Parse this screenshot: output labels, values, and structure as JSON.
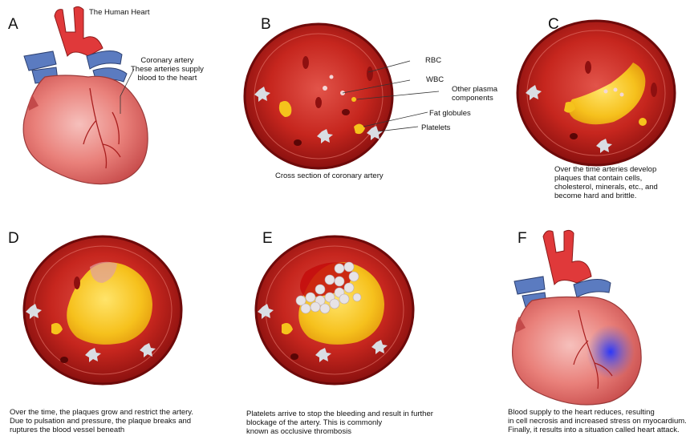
{
  "panels": {
    "a": {
      "letter": "A",
      "title": "The Human Heart",
      "annotation": [
        "Coronary artery",
        "These arteries supply",
        "blood to the heart"
      ]
    },
    "b": {
      "letter": "B",
      "labels": {
        "rbc": "RBC",
        "wbc": "WBC",
        "plasma": [
          "Other plasma",
          "components"
        ],
        "fat": "Fat globules",
        "platelets": "Platelets"
      },
      "caption": [
        "Cross section of coronary artery"
      ]
    },
    "c": {
      "letter": "C",
      "caption": [
        "Over the time arteries develop",
        "plaques that contain cells,",
        "cholesterol, minerals, etc., and",
        "become hard and brittle."
      ]
    },
    "d": {
      "letter": "D",
      "caption": [
        "Over the time, the plaques grow and restrict the artery.",
        "Due to pulsation and pressure, the plaque breaks and",
        "ruptures the blood vessel beneath"
      ]
    },
    "e": {
      "letter": "E",
      "caption": [
        "Platelets arrive to stop the bleeding and result in further",
        "blockage of the artery. This is commonly",
        "known as occlusive thrombosis"
      ]
    },
    "f": {
      "letter": "F",
      "caption": [
        "Blood supply to the heart reduces, resulting",
        "in cell necrosis and increased stress on myocardium.",
        "Finally, it results into a situation called heart attack."
      ]
    }
  },
  "colors": {
    "artery_wall": "#a01818",
    "lumen": "#c52a22",
    "plaque": "#f2c21a",
    "platelet": "#d9dde3",
    "heart": "#e36a6a",
    "vein": "#5a7ab8",
    "necrosis": "#2a3ad8"
  }
}
